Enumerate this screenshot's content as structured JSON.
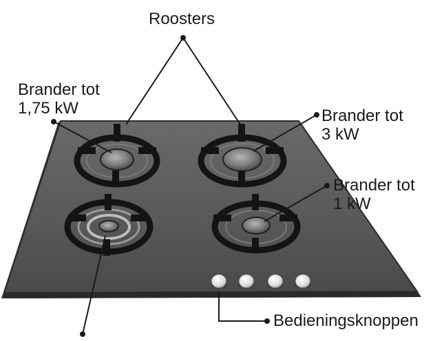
{
  "labels": {
    "roosters": "Roosters",
    "burner_left_line1": "Brander tot",
    "burner_left_line2": "1,75 kW",
    "burner_right_top_line1": "Brander tot",
    "burner_right_top_line2": "3 kW",
    "burner_right_mid_line1": "Brander tot",
    "burner_right_mid_line2": "1 kW",
    "controls": "Bedieningsknoppen"
  },
  "colors": {
    "hob_surface": "#5a5a5a",
    "hob_edge": "#2b2b2b",
    "grate": "#141414",
    "burner_cap": "#8c8c8c",
    "knob": "#e6e6e6",
    "leader_line": "#1a1a1a"
  }
}
